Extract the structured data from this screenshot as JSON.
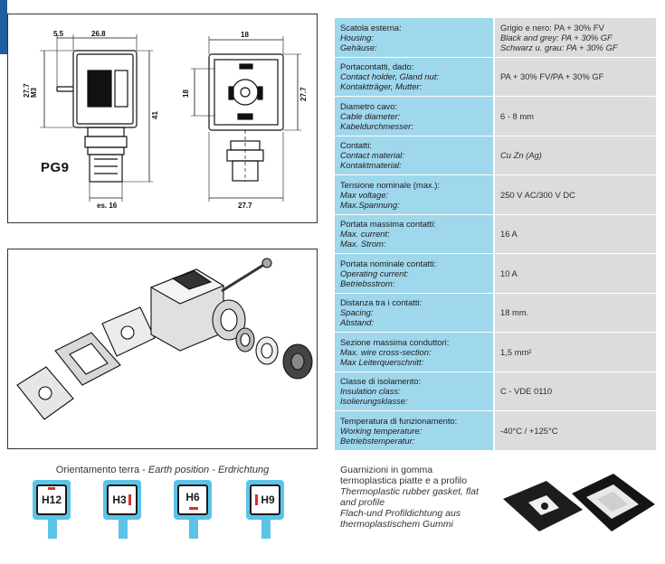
{
  "drawing": {
    "model_label": "PG9",
    "dims": {
      "d55": "5.5",
      "d268": "26.8",
      "d18_top": "18",
      "d277_left": "27.7",
      "m3": "M3",
      "d18_side": "18",
      "d41": "41",
      "d277_right": "27.7",
      "es16": "es. 16",
      "d277_bottom": "27.7"
    }
  },
  "specs": [
    {
      "it": "Scatola esterna:",
      "en": "Housing:",
      "de": "Gehäuse:",
      "value": [
        "Grigio e nero: PA + 30% FV",
        "Black and grey: PA + 30% GF",
        "Schwarz u. grau: PA + 30% GF"
      ]
    },
    {
      "it": "Portacontatti, dado:",
      "en": "Contact holder, Gland nut:",
      "de": "Kontaktträger, Mutter:",
      "value": [
        "PA + 30% FV/PA + 30% GF"
      ]
    },
    {
      "it": "Diametro cavo:",
      "en": "Cable diameter:",
      "de": "Kabeldurchmesser:",
      "value": [
        "6 - 8 mm"
      ]
    },
    {
      "it": "Contatti:",
      "en": "Contact material:",
      "de": "Kontaktmaterial:",
      "value": [
        "Cu Zn (Ag)"
      ]
    },
    {
      "it": "Tensione nominale (max.):",
      "en": "Max voltage:",
      "de": "Max.Spannung:",
      "value": [
        "250 V AC/300 V DC"
      ]
    },
    {
      "it": "Portata massima contatti:",
      "en": "Max. current:",
      "de": "Max. Strom:",
      "value": [
        "16 A"
      ]
    },
    {
      "it": "Portata nominale contatti:",
      "en": "Operating current:",
      "de": "Betriebsstrom:",
      "value": [
        "10 A"
      ]
    },
    {
      "it": "Distanza tra i contatti:",
      "en": "Spacing:",
      "de": "Abstand:",
      "value": [
        "18 mm."
      ]
    },
    {
      "it": "Sezione massima conduttori:",
      "en": "Max. wire cross-section:",
      "de": "Max Leiterquerschnitt:",
      "value": [
        "1,5 mm²"
      ]
    },
    {
      "it": "Classe di isolamento:",
      "en": "Insulation class:",
      "de": "Isolierungsklasse:",
      "value": [
        "C - VDE 0110"
      ]
    },
    {
      "it": "Temperatura di funzionamento:",
      "en": "Working temperature:",
      "de": "Betriebstemperatur:",
      "value": [
        "-40°C / +125°C"
      ]
    }
  ],
  "orientation": {
    "title_it": "Orientamento terra - ",
    "title_en": "Earth position",
    "title_sep": " - ",
    "title_de": "Erdrichtung",
    "badges": [
      "H12",
      "H3",
      "H6",
      "H9"
    ]
  },
  "gaskets": {
    "line1": "Guarnizioni in gomma",
    "line2": "termoplastica piatte e a profilo",
    "line3": "Thermoplastic rubber gasket, flat",
    "line4": "and profile",
    "line5": "Flach-und Profildichtung aus",
    "line6": "thermoplastischem Gummi"
  },
  "colors": {
    "spec_label_bg": "#9fd7ec",
    "spec_value_bg": "#dcdcdc",
    "badge_blue": "#5cc3e8",
    "marker_red": "#d32f2f",
    "tab_blue": "#1f5f9e"
  }
}
